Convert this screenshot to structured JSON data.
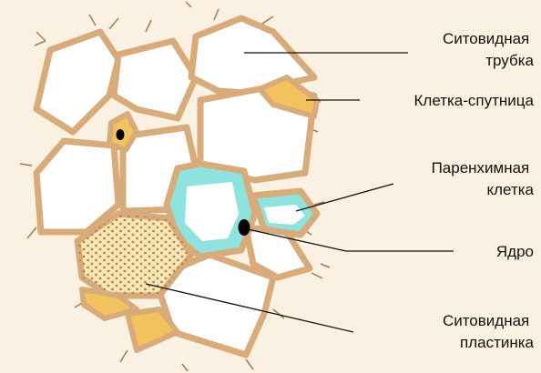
{
  "labels": {
    "sieve_tube": [
      "Ситовидная",
      "трубка"
    ],
    "companion_cell": "Клетка-спутница",
    "parenchyma_cell": [
      "Паренхимная",
      "клетка"
    ],
    "nucleus": "Ядро",
    "sieve_plate": [
      "Ситовидная",
      "пластинка"
    ]
  },
  "colors": {
    "background": "#fbf1e2",
    "cell_wall": "#d8ab7a",
    "cell_wall_outline": "#a77a4a",
    "cell_interior": "#ffffff",
    "companion_fill": "#f2c25e",
    "sieve_plate_fill": "#f5e7b8",
    "sieve_pore": "#b88546",
    "cytoplasm": "#8fe3df",
    "nucleus": "#000000",
    "leader_line": "#111111"
  }
}
